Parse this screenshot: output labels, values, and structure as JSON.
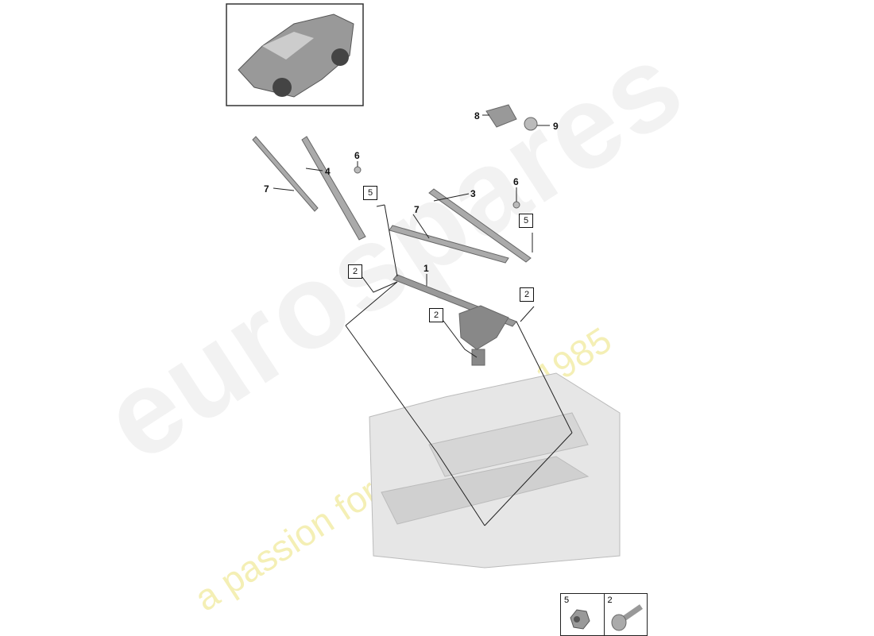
{
  "watermark": {
    "brand": "eurospares",
    "tagline": "a passion for parts since 1985"
  },
  "callouts": {
    "c1": "1",
    "c2a": "2",
    "c2b": "2",
    "c2c": "2",
    "c3": "3",
    "c4": "4",
    "c5a": "5",
    "c5b": "5",
    "c6a": "6",
    "c6b": "6",
    "c7a": "7",
    "c7b": "7",
    "c8": "8",
    "c9": "9"
  },
  "legend": [
    {
      "label": "5",
      "part": "nut-icon"
    },
    {
      "label": "2",
      "part": "bolt-icon"
    }
  ]
}
